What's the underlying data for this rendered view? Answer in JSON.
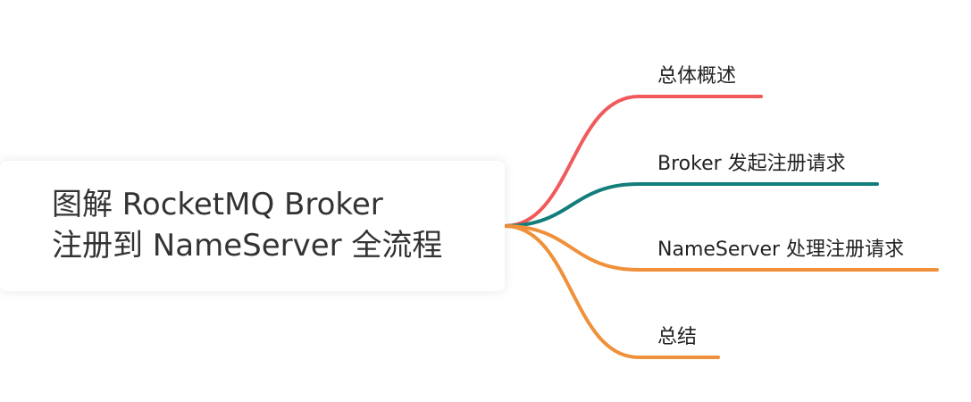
{
  "root": {
    "title": "图解 RocketMQ Broker\n注册到 NameServer 全流程"
  },
  "branches": [
    {
      "label": "总体概述",
      "color": "#f05a5b"
    },
    {
      "label": "Broker 发起注册请求",
      "color": "#137d7a"
    },
    {
      "label": "NameServer 处理注册请求",
      "color": "#f0903a"
    },
    {
      "label": "总结",
      "color": "#f0903a"
    }
  ]
}
